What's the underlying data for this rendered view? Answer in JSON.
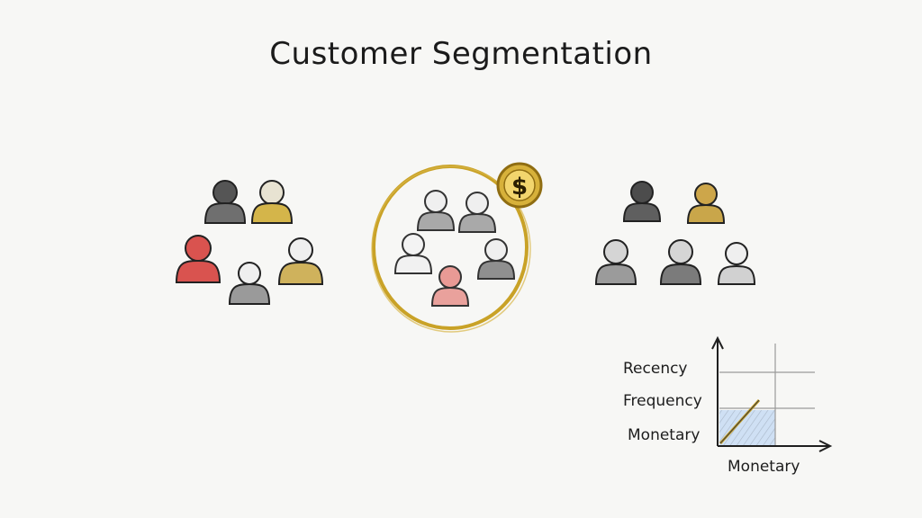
{
  "title": "Customer Segmentation",
  "icons": {
    "coin": "dollar-coin-icon",
    "person": "person-icon"
  },
  "colors": {
    "gold": "#c9a227",
    "red": "#d9534f",
    "gray": "#8a8a8a",
    "light_gray": "#c9c9c9",
    "dark": "#2a2a2a",
    "chart_fill": "#cfe0f4"
  },
  "coin": {
    "symbol": "$"
  },
  "legend_terms": [
    "Recency",
    "Frequency",
    "Monetary"
  ],
  "chart": {
    "xlabel": "Monetary"
  }
}
